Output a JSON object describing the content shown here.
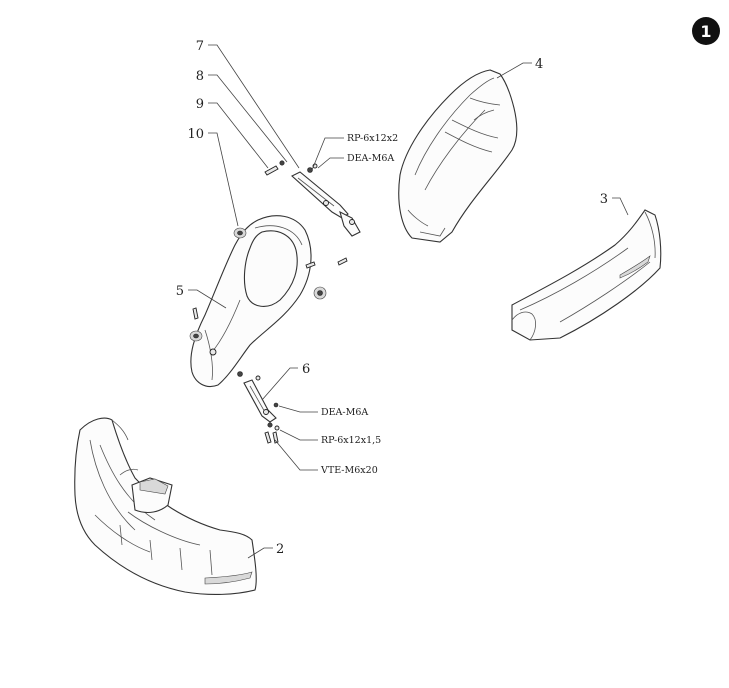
{
  "diagram": {
    "page_badge": "1",
    "callouts": [
      {
        "id": "c7",
        "label": "7"
      },
      {
        "id": "c8",
        "label": "8"
      },
      {
        "id": "c9",
        "label": "9"
      },
      {
        "id": "c10",
        "label": "10"
      },
      {
        "id": "c5",
        "label": "5"
      },
      {
        "id": "c6",
        "label": "6"
      },
      {
        "id": "c4",
        "label": "4"
      },
      {
        "id": "c3",
        "label": "3"
      },
      {
        "id": "c2",
        "label": "2"
      }
    ],
    "hardware_labels": [
      {
        "id": "h1",
        "label": "RP-6x12x2"
      },
      {
        "id": "h2",
        "label": "DEA-M6A"
      },
      {
        "id": "h3",
        "label": "DEA-M6A"
      },
      {
        "id": "h4",
        "label": "RP-6x12x1,5"
      },
      {
        "id": "h5",
        "label": "VTE-M6x20"
      }
    ]
  }
}
